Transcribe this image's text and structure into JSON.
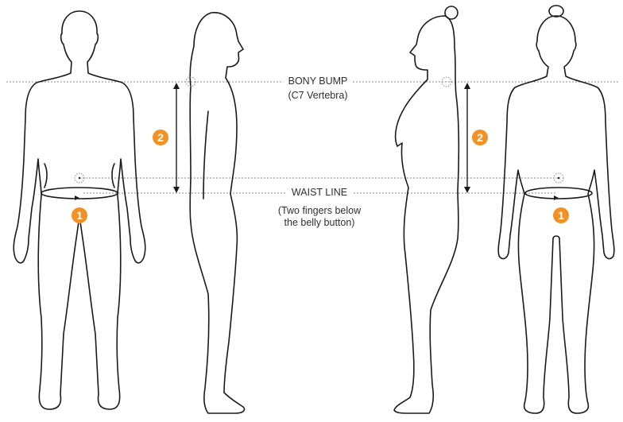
{
  "labels": {
    "bony_bump": "BONY BUMP",
    "bony_bump_sub": "(C7 Vertebra)",
    "waist_line": "WAIST LINE",
    "waist_line_sub_1": "(Two fingers below",
    "waist_line_sub_2": "the belly button)"
  },
  "markers": {
    "waist_circumference": "1",
    "back_length": "2"
  },
  "colors": {
    "accent": "#f39224",
    "outline": "#1a1a1a",
    "guide": "#8a8a8a"
  }
}
